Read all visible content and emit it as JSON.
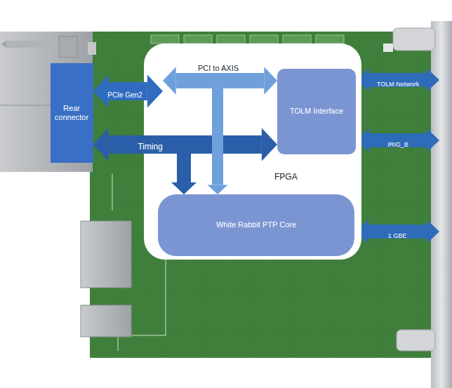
{
  "diagram": {
    "nodes": [
      {
        "text": [
          "Rear connector"
        ]
      },
      {
        "text": [
          "FPGA"
        ]
      },
      {
        "text": [
          "TOLM Interface"
        ],
        "in": 1
      },
      {
        "text": [
          "White Rabbit PTP Core"
        ],
        "in": 1
      }
    ],
    "edges": [
      {
        "from": 0,
        "to": 2,
        "arrow": "both",
        "label": "PCIe Gen2"
      },
      {
        "from": 0,
        "to": 2,
        "arrow": "both",
        "label": "Timing"
      },
      {
        "from": 0,
        "to": 3,
        "arrow": "to"
      },
      {
        "from": 0,
        "to": 3,
        "arrow": "to"
      }
    ],
    "labels": [
      "PCI to AXIS",
      "TOLM Network",
      "IRIG_B",
      "1 GBE"
    ]
  }
}
